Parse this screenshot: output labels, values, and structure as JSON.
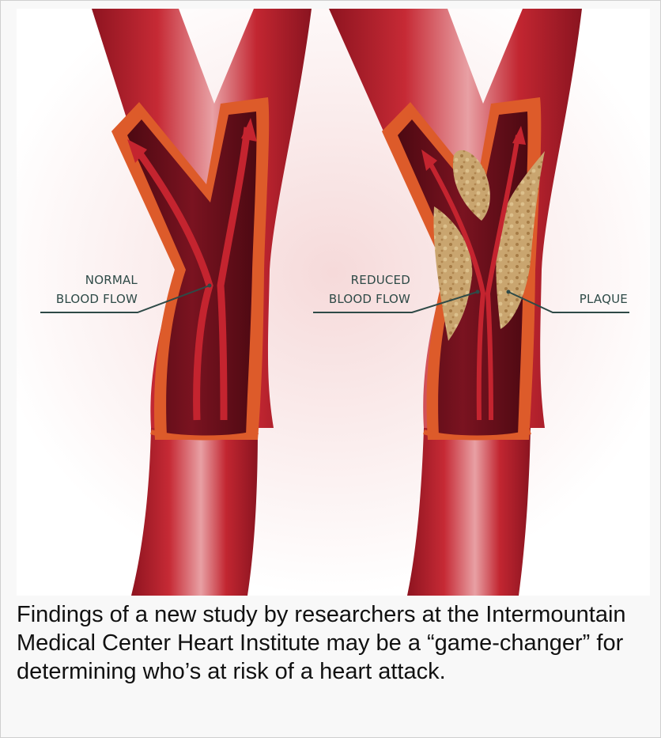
{
  "figure": {
    "labels": {
      "normal_line1": "NORMAL",
      "normal_line2": "BLOOD FLOW",
      "reduced_line1": "REDUCED",
      "reduced_line2": "BLOOD FLOW",
      "plaque": "PLAQUE"
    }
  },
  "caption": "Findings of a new study by researchers at the Intermountain Medical Center Heart Institute may be a “game-changer” for determining who’s at risk of a heart attack.",
  "colors": {
    "artery_outer": "#b7202c",
    "artery_dark": "#5e0c16",
    "artery_wall": "#dd5b2a",
    "plaque": "#c9a56f",
    "leader_line": "#2e4a47"
  }
}
